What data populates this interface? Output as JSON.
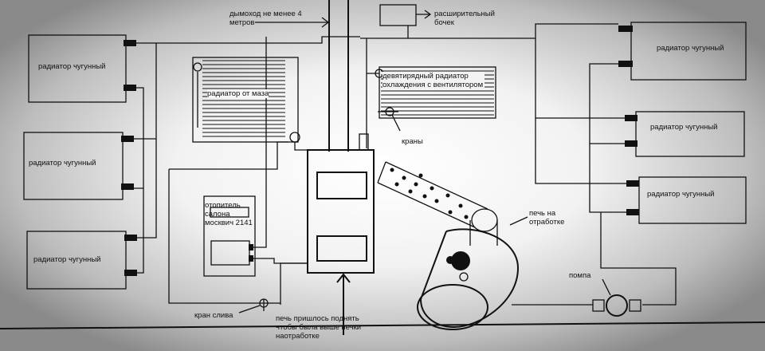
{
  "labels": {
    "chimney": "дымоход не менее 4 метров",
    "expansion_tank": "расширительный бочек",
    "radiator": "радиатор чугунный",
    "maz_radiator": "радиатор от маза",
    "nine_row_radiator": "девятирядный радиатор охлаждения с вентилятором",
    "valves": "краны",
    "heater": "отопитель салона москвич 2141",
    "waste_oil_furnace": "печь на отработке",
    "pump": "помпа",
    "drain_valve": "кран слива",
    "raise_note": "печь пришлось поднять чтобы была выше печки наотработке"
  }
}
